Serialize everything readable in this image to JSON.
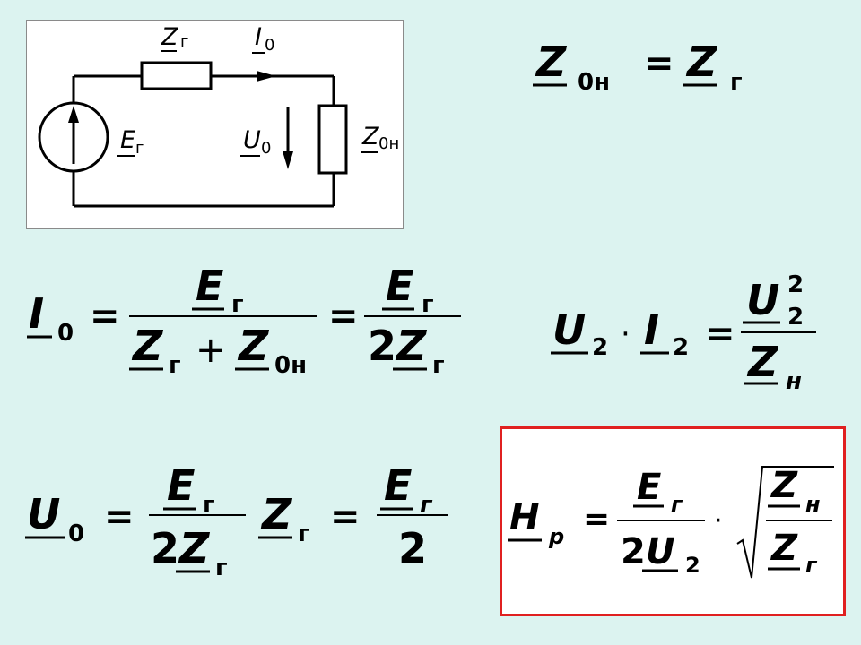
{
  "circuit": {
    "z_label": "Z",
    "z_sub": "г",
    "i_label": "I",
    "i_sub": "0",
    "e_label": "E",
    "e_sub": "г",
    "u_label": "U",
    "u_sub": "0",
    "zl_label": "Z",
    "zl_sub": "0н"
  },
  "eq1": {
    "lhs": "Z",
    "lhs_sub": "0н",
    "eq": "=",
    "rhs": "Z",
    "rhs_sub": "г"
  },
  "eq2": {
    "lhs": "I",
    "lhs_sub": "0",
    "eq1": "=",
    "num1": "E",
    "num1_sub": "г",
    "den1a": "Z",
    "den1a_sub": "г",
    "plus": "+",
    "den1b": "Z",
    "den1b_sub": "0н",
    "eq2": "=",
    "num2": "E",
    "num2_sub": "г",
    "den2_coef": "2",
    "den2": "Z",
    "den2_sub": "г"
  },
  "eq3": {
    "a": "U",
    "a_sub": "2",
    "dot": "·",
    "b": "I",
    "b_sub": "2",
    "eq": "=",
    "num": "U",
    "num_sub": "2",
    "num_sup": "2",
    "den": "Z",
    "den_sub": "н"
  },
  "eq4": {
    "lhs": "U",
    "lhs_sub": "0",
    "eq1": "=",
    "num1": "E",
    "num1_sub": "г",
    "den1_coef": "2",
    "den1": "Z",
    "den1_sub": "г",
    "mul": "Z",
    "mul_sub": "г",
    "eq2": "=",
    "num2": "E",
    "num2_sub": "г",
    "den2": "2"
  },
  "eq5": {
    "lhs": "H",
    "lhs_sub": "р",
    "eq": "=",
    "num": "E",
    "num_sub": "г",
    "den_coef": "2",
    "den": "U",
    "den_sub": "2",
    "dot": "·",
    "rnum": "Z",
    "rnum_sub": "н",
    "rden": "Z",
    "rden_sub": "г"
  },
  "colors": {
    "background": "#dcf3f0",
    "highlight_border": "#e02020"
  }
}
